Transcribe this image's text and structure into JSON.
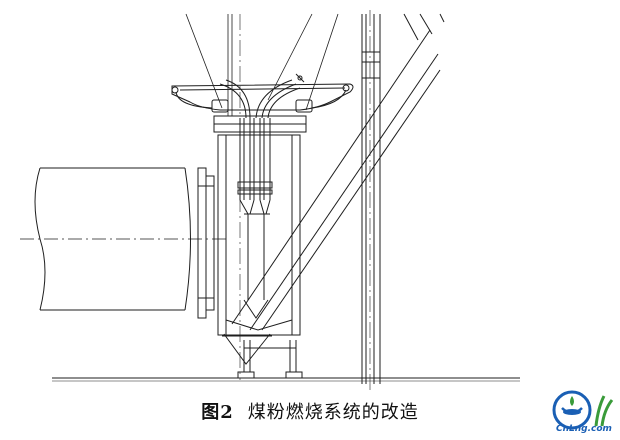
{
  "figure": {
    "label": "图2",
    "title": "煤粉燃烧系统的改造"
  },
  "watermark": {
    "text": "CnLng.com",
    "colors": {
      "blue": "#1a5fb4",
      "green": "#3a9b3a"
    }
  },
  "line_color": "#1e1e1e"
}
